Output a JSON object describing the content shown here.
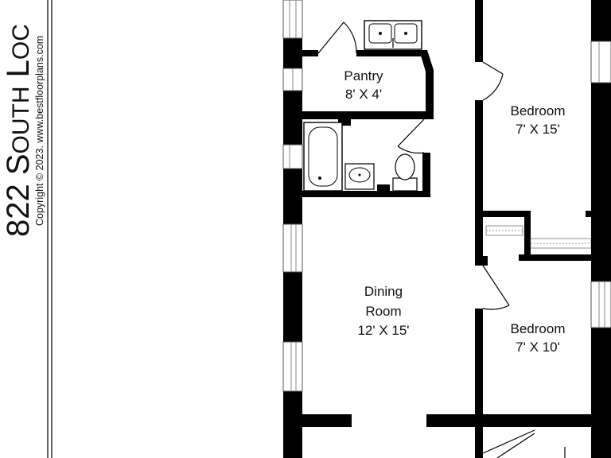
{
  "title": {
    "main": "822 S",
    "smallcaps": "OUTH",
    "rest": " L",
    "smallcaps2": "OC"
  },
  "copyright": "Copyright © 2023.  www.bestfloorplans.com",
  "rooms": {
    "pantry": {
      "name": "Pantry",
      "size": "8' X 4'"
    },
    "bedroom1": {
      "name": "Bedroom",
      "size": "7' X 15'"
    },
    "dining": {
      "name": "Dining",
      "name2": "Room",
      "size": "12' X 15'"
    },
    "bedroom2": {
      "name": "Bedroom",
      "size": "7' X 10'"
    }
  }
}
